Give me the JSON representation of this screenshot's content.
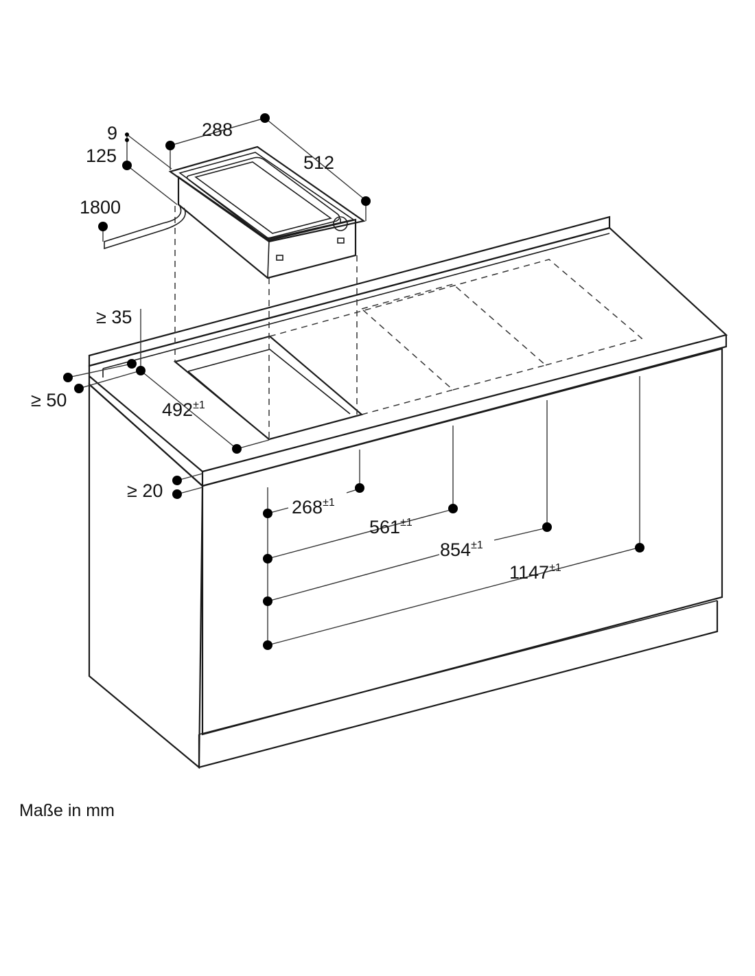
{
  "dimensions": {
    "d9": "9",
    "d125": "125",
    "d288": "288",
    "d512": "512",
    "d1800": "1800",
    "min35": "≥ 35",
    "min50": "≥ 50",
    "min20": "≥ 20",
    "d492": "492",
    "d268": "268",
    "d561": "561",
    "d854": "854",
    "d1147": "1147",
    "tolerance": "±1"
  },
  "caption": "Maße in mm"
}
